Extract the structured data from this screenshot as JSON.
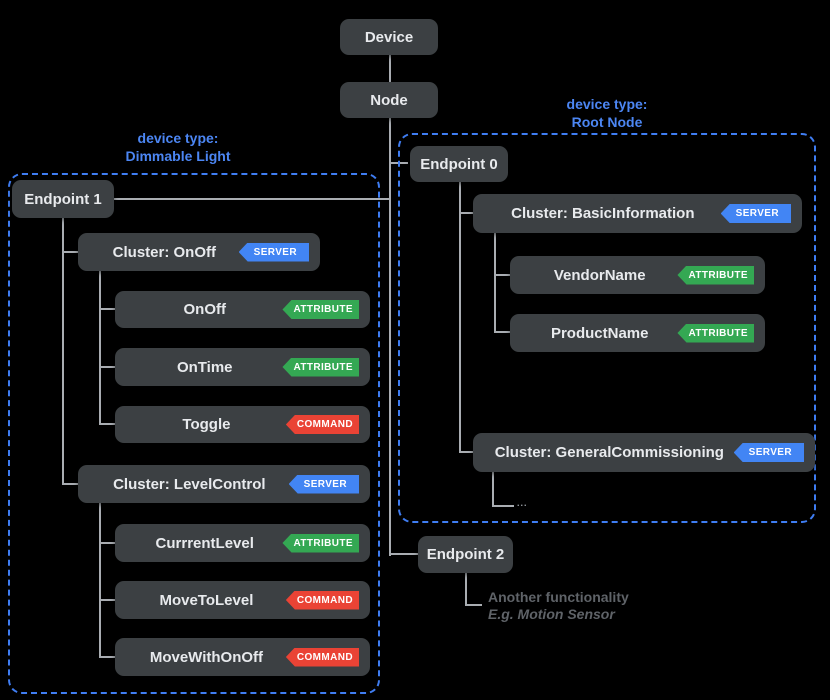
{
  "diagram": {
    "colors": {
      "background": "#000000",
      "box_fill": "#3c4043",
      "box_text": "#e8eaed",
      "group_outline": "#3f7df2",
      "header_text": "#4c86f3",
      "connector": "#a9adb2",
      "server_badge": "#4285f4",
      "attribute_badge": "#34a853",
      "command_badge": "#ea4335",
      "note_text": "#5f6368"
    },
    "badges": {
      "server": "SERVER",
      "attribute": "ATTRIBUTE",
      "command": "COMMAND"
    },
    "root": {
      "device": "Device",
      "node": "Node"
    },
    "groups": {
      "dimmable": {
        "header_line1": "device type:",
        "header_line2": "Dimmable Light"
      },
      "rootnode": {
        "header_line1": "device type:",
        "header_line2": "Root Node"
      }
    },
    "nodes": {
      "endpoint1": "Endpoint 1",
      "cluster_onoff": "Cluster: OnOff",
      "attr_onoff": "OnOff",
      "attr_ontime": "OnTime",
      "cmd_toggle": "Toggle",
      "cluster_levelcontrol": "Cluster: LevelControl",
      "attr_currrentlevel": "CurrrentLevel",
      "cmd_movetolevel": "MoveToLevel",
      "cmd_movewithonoff": "MoveWithOnOff",
      "endpoint0": "Endpoint 0",
      "cluster_basicinformation": "Cluster: BasicInformation",
      "attr_vendorname": "VendorName",
      "attr_productname": "ProductName",
      "cluster_generalcommissioning": "Cluster: GeneralCommissioning",
      "endpoint2": "Endpoint 2"
    },
    "ellipsis": "...",
    "note": {
      "line1": "Another functionality",
      "line2": "E.g. Motion Sensor"
    }
  }
}
